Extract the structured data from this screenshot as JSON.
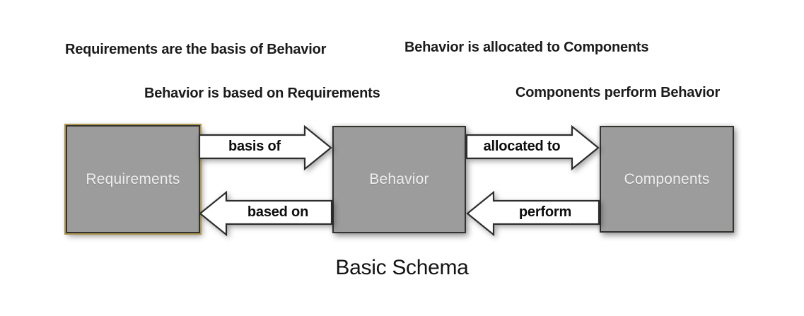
{
  "title": "Basic Schema",
  "annotations": {
    "top_left": "Requirements are the basis of Behavior",
    "top_right": "Behavior is allocated to Components",
    "mid_left": "Behavior is based on Requirements",
    "mid_right": "Components perform Behavior"
  },
  "nodes": [
    {
      "id": "requirements",
      "label": "Requirements",
      "highlighted": true
    },
    {
      "id": "behavior",
      "label": "Behavior",
      "highlighted": false
    },
    {
      "id": "components",
      "label": "Components",
      "highlighted": false
    }
  ],
  "edges": [
    {
      "from": "Requirements",
      "to": "Behavior",
      "label": "basis of",
      "direction": "right"
    },
    {
      "from": "Behavior",
      "to": "Requirements",
      "label": "based on",
      "direction": "left"
    },
    {
      "from": "Behavior",
      "to": "Components",
      "label": "allocated to",
      "direction": "right"
    },
    {
      "from": "Components",
      "to": "Behavior",
      "label": "perform",
      "direction": "left"
    }
  ],
  "colors": {
    "node_fill": "#9c9c9c",
    "node_border": "#333330",
    "node_text": "#efefef",
    "highlight_border": "#ac9550",
    "arrow_fill": "#ffffff",
    "arrow_border": "#2d2d2d",
    "text": "#1b1b1b",
    "background": "#ffffff"
  }
}
